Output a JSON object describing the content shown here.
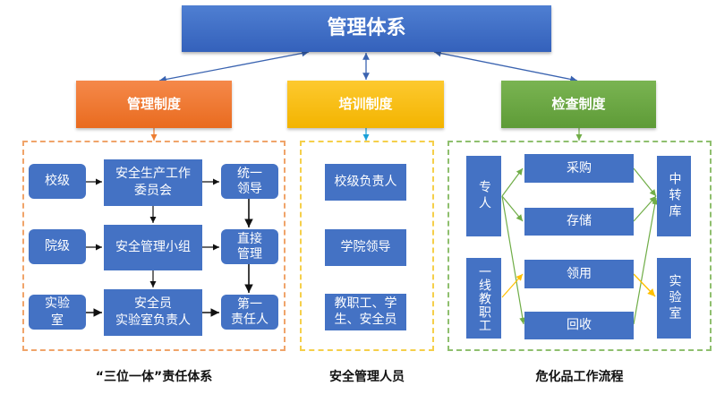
{
  "title": "管理体系",
  "categories": {
    "management": "管理制度",
    "training": "培训制度",
    "inspection": "检查制度"
  },
  "responsibility": {
    "levels": [
      "校级",
      "院级",
      "实验室"
    ],
    "bodies": [
      "安全生产工作委员会",
      "安全管理小组",
      "安全员\n实验室负责人"
    ],
    "bodies_lines": [
      [
        "安全生产工作",
        "委员会"
      ],
      [
        "安全管理小组"
      ],
      [
        "安全员",
        "实验室负责人"
      ]
    ],
    "roles_lines": [
      [
        "统一",
        "领导"
      ],
      [
        "直接",
        "管理"
      ],
      [
        "第一",
        "责任人"
      ]
    ],
    "caption": "“三位一体”责任体系"
  },
  "personnel": {
    "items_lines": [
      [
        "校级负责人"
      ],
      [
        "学院领导"
      ],
      [
        "教职工、学",
        "生、安全员"
      ]
    ],
    "caption": "安全管理人员"
  },
  "hazmat": {
    "actors": [
      "专人",
      "一线教职工"
    ],
    "steps": [
      "采购",
      "存储",
      "领用",
      "回收"
    ],
    "destinations": [
      "中转库",
      "实验室"
    ],
    "caption": "危化品工作流程"
  },
  "colors": {
    "blue": "#4472c4",
    "orange": "#ed7d31",
    "yellow": "#ffc000",
    "green": "#70ad47",
    "connector_blue": "#3a63b0",
    "flow_green": "#70ad47",
    "flow_yellow": "#ffc000"
  }
}
